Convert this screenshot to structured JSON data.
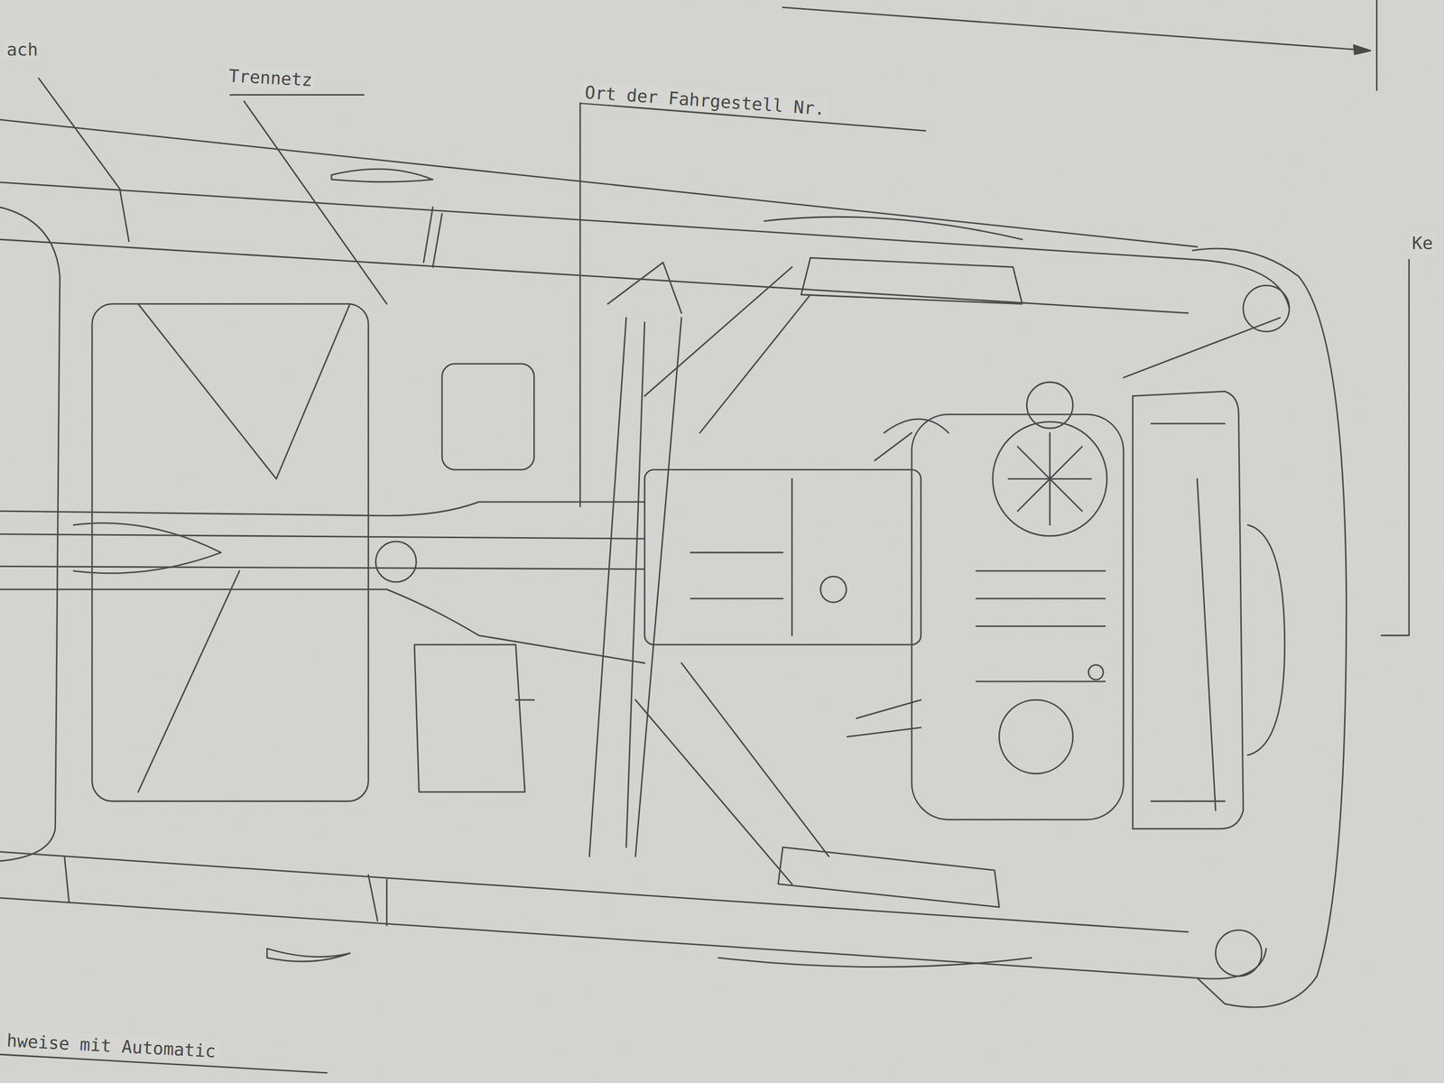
{
  "diagram": {
    "labels": [
      "ach",
      "Trennetz",
      "Ort der Fahrgestell Nr.",
      "Ke",
      "hweise mit Automatic"
    ]
  }
}
